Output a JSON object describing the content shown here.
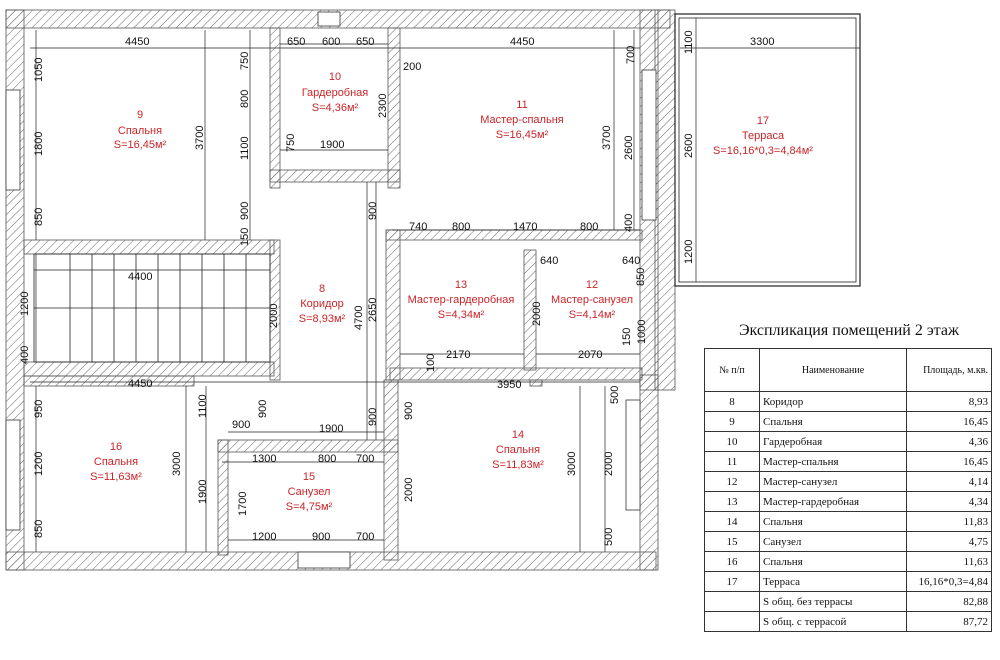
{
  "legend": {
    "caption": "Экспликация помещений 2 этаж",
    "headers": {
      "num": "№ п/п",
      "name": "Наименование",
      "area": "Площадь, м.кв."
    },
    "rows": [
      {
        "num": "8",
        "name": "Коридор",
        "area": "8,93"
      },
      {
        "num": "9",
        "name": "Спальня",
        "area": "16,45"
      },
      {
        "num": "10",
        "name": "Гардеробная",
        "area": "4,36"
      },
      {
        "num": "11",
        "name": "Мастер-спальня",
        "area": "16,45"
      },
      {
        "num": "12",
        "name": "Мастер-санузел",
        "area": "4,14"
      },
      {
        "num": "13",
        "name": "Мастер-гардеробная",
        "area": "4,34"
      },
      {
        "num": "14",
        "name": "Спальня",
        "area": "11,83"
      },
      {
        "num": "15",
        "name": "Санузел",
        "area": "4,75"
      },
      {
        "num": "16",
        "name": "Спальня",
        "area": "11,63"
      },
      {
        "num": "17",
        "name": "Терраса",
        "area": "16,16*0,3=4,84"
      }
    ],
    "totals": [
      {
        "name": "S общ. без террасы",
        "area": "82,88"
      },
      {
        "name": "S общ. с террасой",
        "area": "87,72"
      }
    ]
  },
  "rooms": [
    {
      "num": "9",
      "name": "Спальня",
      "area": "S=16,45м²"
    },
    {
      "num": "10",
      "name": "Гардеробная",
      "area": "S=4,36м²"
    },
    {
      "num": "11",
      "name": "Мастер-спальня",
      "area": "S=16,45м²"
    },
    {
      "num": "17",
      "name": "Терраса",
      "area": "S=16,16*0,3=4,84м²"
    },
    {
      "num": "8",
      "name": "Коридор",
      "area": "S=8,93м²"
    },
    {
      "num": "13",
      "name": "Мастер-гардеробная",
      "area": "S=4,34м²"
    },
    {
      "num": "12",
      "name": "Мастер-санузел",
      "area": "S=4,14м²"
    },
    {
      "num": "16",
      "name": "Спальня",
      "area": "S=11,63м²"
    },
    {
      "num": "15",
      "name": "Санузел",
      "area": "S=4,75м²"
    },
    {
      "num": "14",
      "name": "Спальня",
      "area": "S=11,83м²"
    }
  ],
  "dims": [
    "4450",
    "650",
    "600",
    "650",
    "4450",
    "3300",
    "1050",
    "1800",
    "850",
    "750",
    "800",
    "1100",
    "150",
    "900",
    "3700",
    "200",
    "2300",
    "750",
    "1900",
    "900",
    "3700",
    "700",
    "2600",
    "400",
    "2600",
    "1100",
    "1200",
    "740",
    "800",
    "1470",
    "800",
    "4400",
    "2000",
    "4700",
    "2650",
    "640",
    "640",
    "850",
    "1200",
    "400",
    "2000",
    "150",
    "1000",
    "100",
    "2170",
    "2070",
    "4450",
    "3950",
    "950",
    "1100",
    "900",
    "900",
    "1900",
    "900",
    "1300",
    "800",
    "700",
    "1200",
    "3000",
    "1900",
    "2000",
    "3000",
    "2000",
    "500",
    "850",
    "1700",
    "1200",
    "900",
    "700",
    "900",
    "500"
  ]
}
